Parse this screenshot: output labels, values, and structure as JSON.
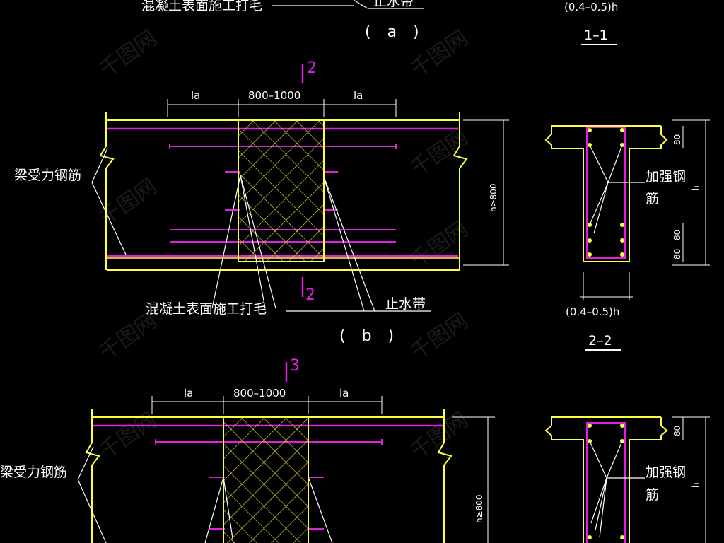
{
  "diagram": {
    "top_label": "混凝土表面施工打毛",
    "top_waterstop": "止水带",
    "caption_a": "( a )",
    "section_1_dim": "(0.4–0.5)h",
    "section_1_title": "1–1",
    "mark_2": "2",
    "mark_3": "3",
    "dim_la": "la",
    "dim_mid": "800–1000",
    "dim_h": "h≥800",
    "rebar_label": "梁受力钢筋",
    "surface_label": "混凝土表面施工打毛",
    "waterstop_label": "止水带",
    "caption_b": "( b )",
    "section_2_dim": "(0.4–0.5)h",
    "section_2_title": "2–2",
    "strengthen_a": "加强钢",
    "strengthen_b": "筋",
    "dim_80": "80",
    "dim_h_small": "h",
    "watermark": "千图网"
  },
  "colors": {
    "beam": "#ffff40",
    "rebar": "#e020e0",
    "hatch": "#e8e040",
    "dim": "#ffffff",
    "background": "#000000"
  }
}
